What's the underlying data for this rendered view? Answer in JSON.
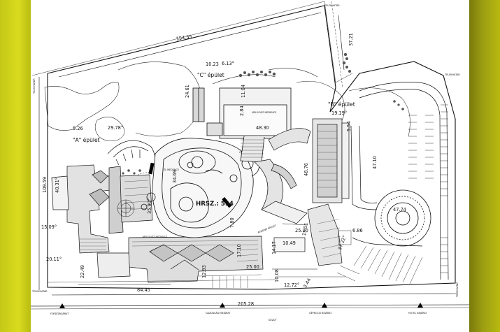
{
  "plan": {
    "labels": {
      "building_a": "\"A\" épület",
      "building_b": "\"B\" épület",
      "building_c": "\"C\" épület",
      "hrsz": "HRSZ.: 594",
      "pool_c": "MELEGVÍZ MEDENCE",
      "pool_c_area": "48.30",
      "pool_inner": "MELEGVÍZ MEDENCE",
      "pool_el": "ÉL MEDENCE",
      "atrium": "ÁTMENŐ ÉPÜLET",
      "telekhatar_top": "TELEKHATÁR",
      "telekhatar_left": "TELEKHATÁR",
      "telekhatar_right": "TELEKHATÁR",
      "telekhatar_bottom": "TELEKHATÁR",
      "telekhatar_brt": "TELEKHATÁR",
      "road": "KÖZÚT",
      "entrance_1": "FÜRDŐBEJÁRAT",
      "entrance_2": "GAZDASÁGI BEJÁRAT",
      "entrance_3": "GÉPKOCSI BEJÁRAT",
      "entrance_4": "HOTEL BEJÁRAT"
    },
    "dimensions": {
      "d154_35": "154.35",
      "d37_21": "37.21",
      "d10_23": "10.23",
      "d6_13": "6.13°",
      "d11_04": "11.04",
      "d24_61": "24.61",
      "d2_84": "2.84",
      "d5_26": "5.26",
      "d29_78": "29.78°",
      "d109_59": "109.59",
      "d40_31": "40.31°",
      "d15_09": "15.09°",
      "d20_11": "20.11°",
      "d22_49": "22.49",
      "d84_45": "84.45",
      "d12_93": "12.93",
      "d205_28": "205.28",
      "d34_69": "34.69",
      "d35_90": "35.90°",
      "d7_80": "7.80",
      "d17_10": "17.10",
      "d25_00": "25.00",
      "d14_17": "14.17",
      "d10_49": "10.49",
      "d12_72": "12.72°",
      "d10_08": "10.08",
      "d3_44": "3.44",
      "d15_01": "15.01",
      "d37_22": "37.22°",
      "d25_00b": "25.00",
      "d6_86": "6.86",
      "d47_74": "47.74",
      "d47_10": "47.10",
      "d48_76": "48.76",
      "d19_19": "19.19°",
      "d5_54": "5.54"
    }
  }
}
